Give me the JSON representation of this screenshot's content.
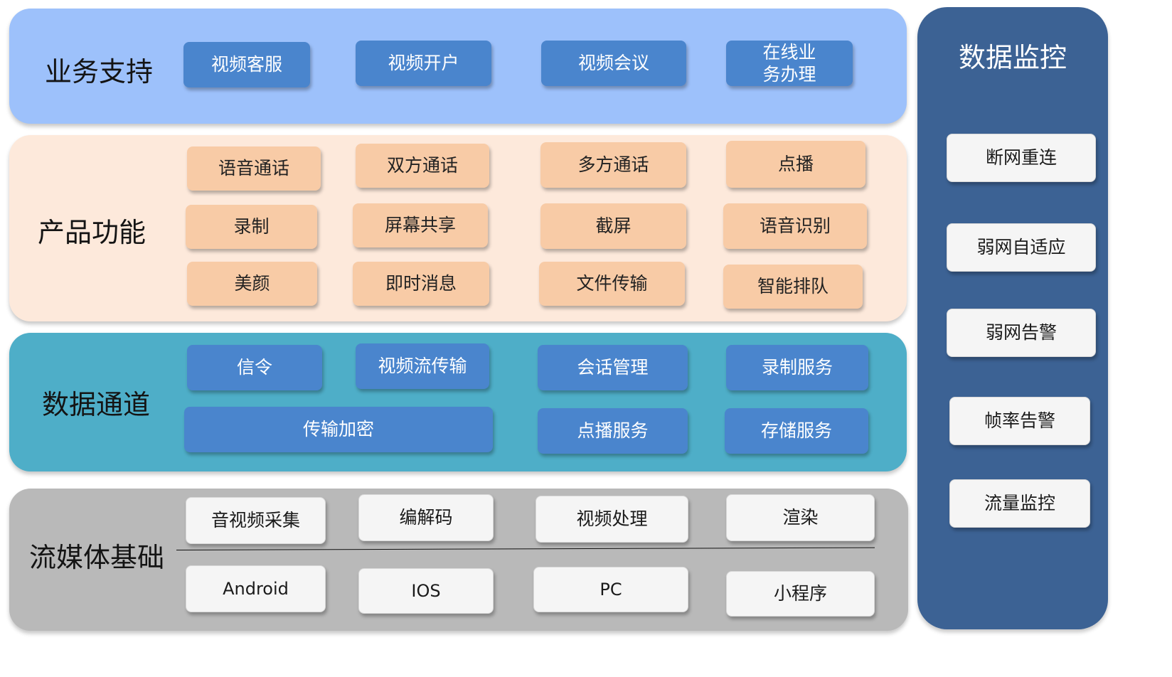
{
  "monitor": {
    "title": "数据监控",
    "items": [
      "断网重连",
      "弱网自适应",
      "弱网告警",
      "帧率告警",
      "流量监控"
    ]
  },
  "business": {
    "title": "业务支持",
    "items": [
      "视频客服",
      "视频开户",
      "视频会议",
      "在线业务办理"
    ]
  },
  "product": {
    "title": "产品功能",
    "items": [
      "语音通话",
      "双方通话",
      "多方通话",
      "点播",
      "录制",
      "屏幕共享",
      "截屏",
      "语音识别",
      "美颜",
      "即时消息",
      "文件传输",
      "智能排队"
    ]
  },
  "channel": {
    "title": "数据通道",
    "items": [
      "信令",
      "视频流传输",
      "会话管理",
      "录制服务",
      "传输加密",
      "点播服务",
      "存储服务"
    ]
  },
  "media": {
    "title": "流媒体基础",
    "items": [
      "音视频采集",
      "编解码",
      "视频处理",
      "渲染",
      "Android",
      "IOS",
      "PC",
      "小程序"
    ]
  },
  "colors": {
    "business_bg": "#9dc1fb",
    "product_bg": "#fde9db",
    "channel_bg": "#4eaec8",
    "media_bg": "#b9b9b9",
    "monitor_bg": "#3c6294",
    "blue_box": "#4a85cd",
    "peach_box": "#f8cba6",
    "white_box": "#f5f5f5"
  }
}
